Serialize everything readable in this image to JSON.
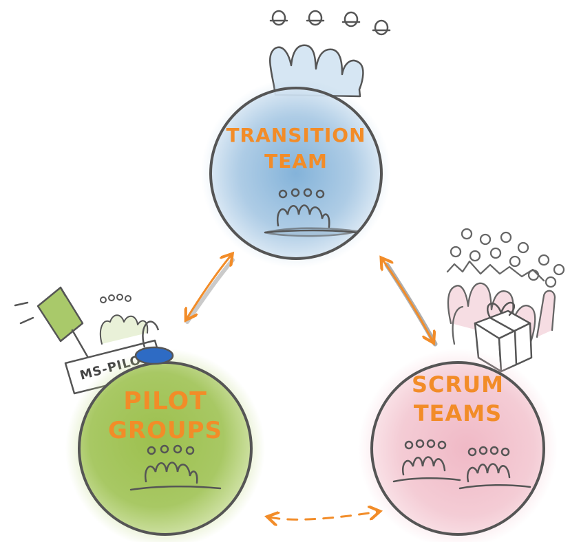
{
  "colors": {
    "label": "#F28C28",
    "outline": "#555555",
    "transition_fill": "#BFD7EA",
    "pilot_fill": "#B5CF6B",
    "scrum_fill": "#F2C7D0",
    "arrow": "#F28C28",
    "ms_pilot_blob": "#2E6BC4",
    "flag_fill": "#A9C96A"
  },
  "nodes": {
    "transition": {
      "line1": "TRANSITION",
      "line2": "TEAM",
      "icon": "team-group-icon"
    },
    "pilot": {
      "line1": "PILOT",
      "line2": "GROUPS",
      "icon": "team-group-icon"
    },
    "scrum": {
      "line1": "SCRUM",
      "line2": "TEAMS",
      "icon": "two-team-groups-icon"
    }
  },
  "banner": {
    "text": "MS-PILOT"
  },
  "decorations": [
    "hands-raised-icon",
    "crowd-icon",
    "gift-box-icon",
    "flag-icon"
  ],
  "connections": [
    {
      "from": "transition",
      "to": "pilot",
      "style": "solid",
      "direction": "both"
    },
    {
      "from": "transition",
      "to": "scrum",
      "style": "solid",
      "direction": "both"
    },
    {
      "from": "pilot",
      "to": "scrum",
      "style": "dashed",
      "direction": "both"
    }
  ]
}
